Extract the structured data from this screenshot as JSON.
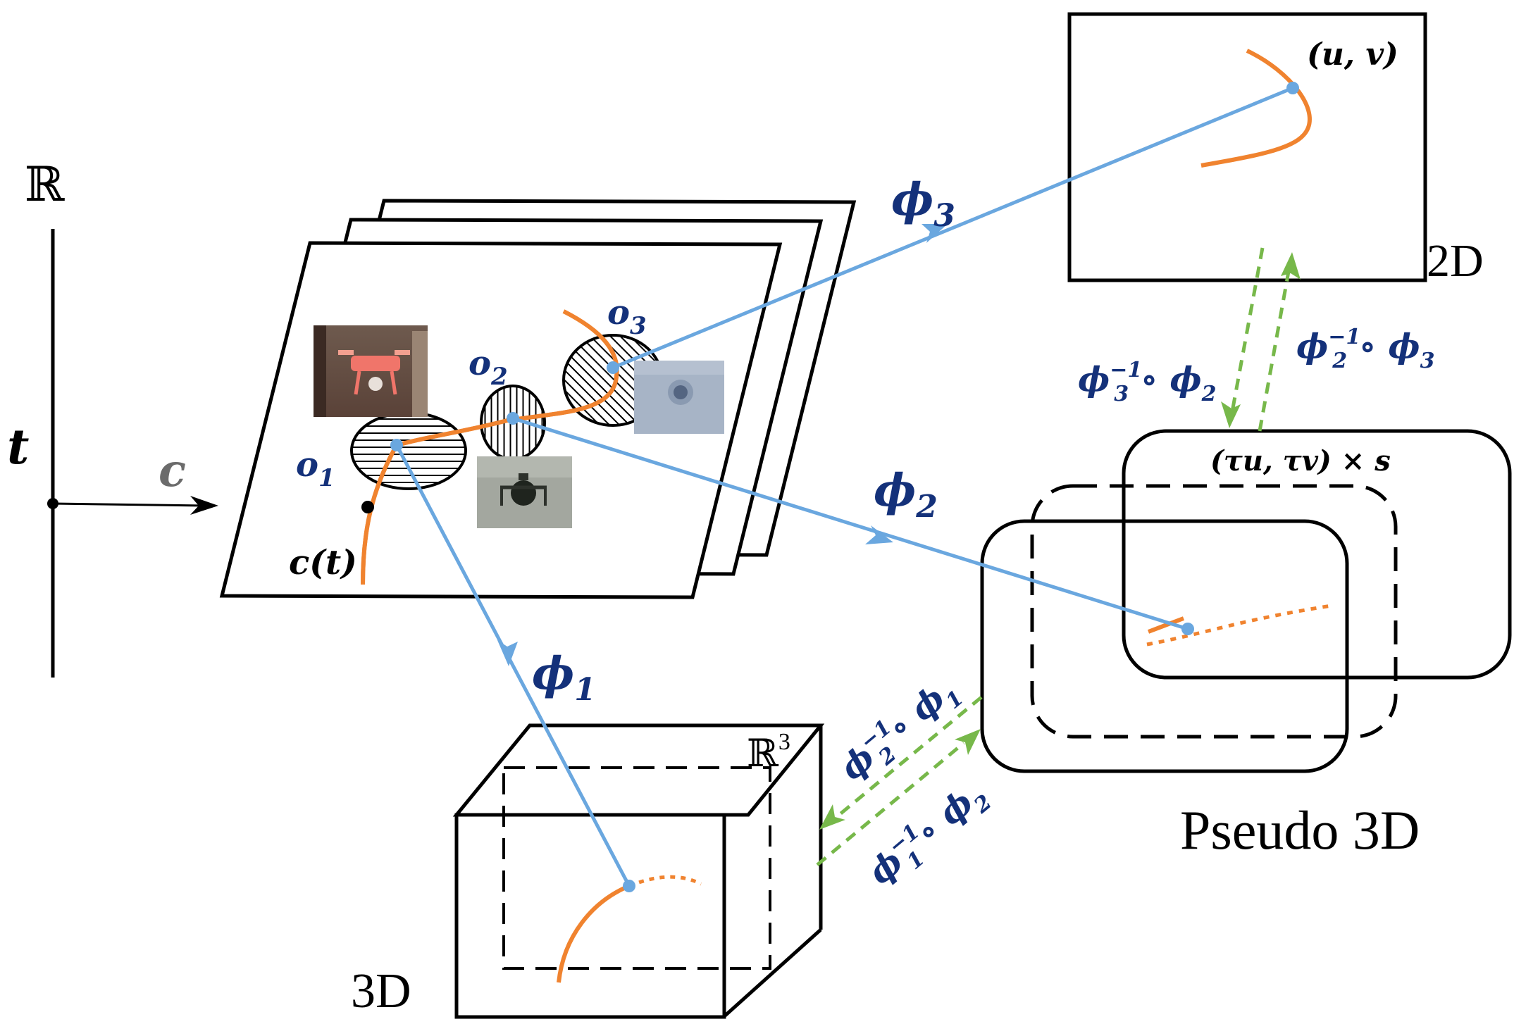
{
  "axis": {
    "real_line_symbol": "ℝ",
    "time_var": "t",
    "curve_map": "c",
    "curve_point": "c(t)"
  },
  "objects": {
    "o1": "o",
    "o1_sub": "1",
    "o2": "o",
    "o2_sub": "2",
    "o3": "o",
    "o3_sub": "3"
  },
  "maps": {
    "phi1": "ϕ",
    "phi1_sub": "1",
    "phi2": "ϕ",
    "phi2_sub": "2",
    "phi3": "ϕ",
    "phi3_sub": "3"
  },
  "transitions": {
    "t32": {
      "a": "ϕ",
      "a_sub": "3",
      "a_sup": "−1",
      "op": " ∘ ",
      "b": "ϕ",
      "b_sub": "2"
    },
    "t23": {
      "a": "ϕ",
      "a_sub": "2",
      "a_sup": "−1",
      "op": " ∘ ",
      "b": "ϕ",
      "b_sub": "3"
    },
    "t21": {
      "a": "ϕ",
      "a_sub": "2",
      "a_sup": "−1",
      "op": " ∘ ",
      "b": "ϕ",
      "b_sub": "1"
    },
    "t12": {
      "a": "ϕ",
      "a_sub": "1",
      "a_sup": "−1",
      "op": " ∘ ",
      "b": "ϕ",
      "b_sub": "2"
    }
  },
  "spaces": {
    "label_2d": "2D",
    "coord_2d": "(u, v)",
    "label_pseudo": "Pseudo 3D",
    "coord_pseudo": "(τu, τv) × s",
    "label_3d": "3D",
    "r3": "ℝ",
    "r3_sup": "3"
  },
  "colors": {
    "blue": "#6aa7df",
    "orange": "#f0832f",
    "green": "#77b84a",
    "navy": "#14317a"
  }
}
